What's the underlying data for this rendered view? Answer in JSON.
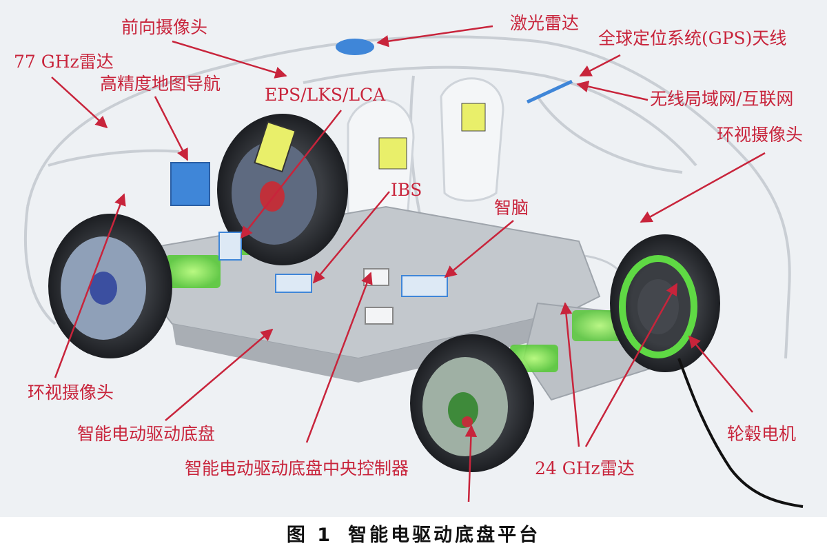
{
  "labels": {
    "front_camera": "前向摄像头",
    "lidar": "激光雷达",
    "gps_antenna": "全球定位系统(GPS)天线",
    "radar_77": "77 GHz雷达",
    "hd_map": "高精度地图导航",
    "eps_lks_lca": "EPS/LKS/LCA",
    "wlan_internet": "无线局域网/互联网",
    "surround_camera_right": "环视摄像头",
    "ibs": "IBS",
    "brain": "智脑",
    "surround_camera_left": "环视摄像头",
    "chassis": "智能电动驱动底盘",
    "central_controller": "智能电动驱动底盘中央控制器",
    "radar_24": "24 GHz雷达",
    "hub_motor": "轮毂电机"
  },
  "caption": {
    "figure_no": "图 1",
    "title": "智能电驱动底盘平台"
  },
  "colors": {
    "label": "#c8243b",
    "arrow": "#c8243b",
    "module_glow": "#7ee84a",
    "sensor_blue": "#3f86d8",
    "body_outline": "#c9ced4",
    "platform": "#b9bec4"
  }
}
